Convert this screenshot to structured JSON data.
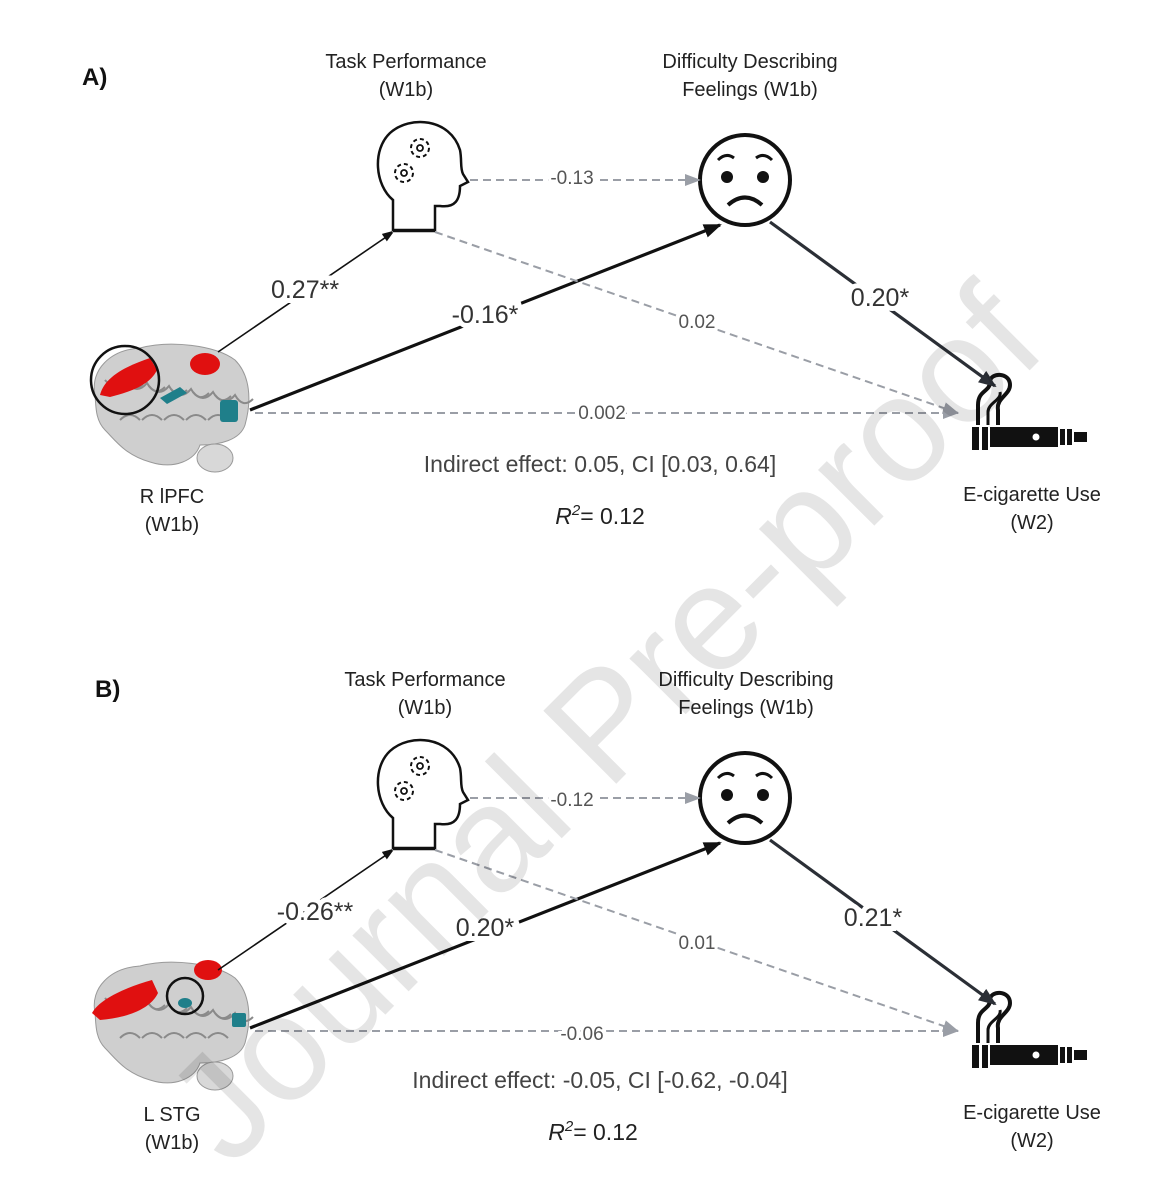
{
  "watermark": "Journal Pre-proof",
  "panels": [
    {
      "label": "A)",
      "mediator1": {
        "line1": "Task Performance",
        "line2": "(W1b)"
      },
      "mediator2": {
        "line1": "Difficulty Describing",
        "line2": "Feelings (W1b)"
      },
      "predictor": {
        "line1": "R lPFC",
        "line2": "(W1b)"
      },
      "outcome": {
        "line1": "E-cigarette Use",
        "line2": "(W2)"
      },
      "paths": {
        "predictor_to_m1": "0.27**",
        "predictor_to_m2": "-0.16*",
        "m1_to_m2": "-0.13",
        "m1_to_outcome": "0.02",
        "m2_to_outcome": "0.20*",
        "predictor_to_outcome": "0.002"
      },
      "indirect_effect": "Indirect effect: 0.05, CI [0.03, 0.64]",
      "r2_label": "R",
      "r2_sup": "2",
      "r2_value": "= 0.12"
    },
    {
      "label": "B)",
      "mediator1": {
        "line1": "Task Performance",
        "line2": "(W1b)"
      },
      "mediator2": {
        "line1": "Difficulty Describing",
        "line2": "Feelings (W1b)"
      },
      "predictor": {
        "line1": "L STG",
        "line2": "(W1b)"
      },
      "outcome": {
        "line1": "E-cigarette Use",
        "line2": "(W2)"
      },
      "paths": {
        "predictor_to_m1": "-0.26**",
        "predictor_to_m2": "0.20*",
        "m1_to_m2": "-0.12",
        "m1_to_outcome": "0.01",
        "m2_to_outcome": "0.21*",
        "predictor_to_outcome": "-0.06"
      },
      "indirect_effect": "Indirect effect: -0.05, CI [-0.62, -0.04]",
      "r2_label": "R",
      "r2_sup": "2",
      "r2_value": "= 0.12"
    }
  ],
  "colors": {
    "solid": "#111111",
    "dark": "#2b2f36",
    "dashed": "#9a9ea6",
    "text": "#444444",
    "red": "#e01010",
    "teal": "#1f7f8a"
  }
}
